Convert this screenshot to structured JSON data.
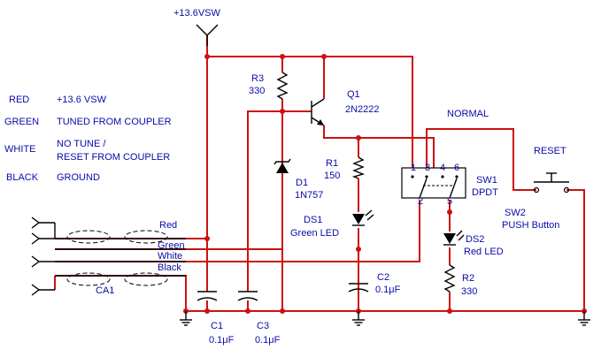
{
  "supply_label": "+13.6VSW",
  "legend": [
    {
      "color": "RED",
      "description": "+13.6  VSW"
    },
    {
      "color": "GREEN",
      "description": "TUNED FROM COUPLER"
    },
    {
      "color": "WHITE",
      "description_line1": "NO TUNE /",
      "description_line2": "RESET FROM COUPLER"
    },
    {
      "color": "BLACK",
      "description": "GROUND"
    }
  ],
  "components": {
    "r3": {
      "ref": "R3",
      "value": "330"
    },
    "q1": {
      "ref": "Q1",
      "part": "2N2222"
    },
    "r1": {
      "ref": "R1",
      "value": "150"
    },
    "d1": {
      "ref": "D1",
      "part": "1N757"
    },
    "ds1": {
      "ref": "DS1",
      "part": "Green LED"
    },
    "c2": {
      "ref": "C2",
      "value": "0.1μF"
    },
    "sw1": {
      "ref": "SW1",
      "part": "DPDT",
      "mode": "NORMAL",
      "pins": [
        "1",
        "3",
        "4",
        "6",
        "2",
        "5"
      ]
    },
    "ds2": {
      "ref": "DS2",
      "part": "Red LED"
    },
    "r2": {
      "ref": "R2",
      "value": "330"
    },
    "sw2": {
      "ref": "SW2",
      "part": "PUSH Button",
      "name": "RESET"
    },
    "c1": {
      "ref": "C1",
      "value": "0.1μF"
    },
    "c3": {
      "ref": "C3",
      "value": "0.1μF"
    },
    "ca1": {
      "ref": "CA1"
    }
  },
  "wire_labels": [
    "Red",
    "Green",
    "White",
    "Black"
  ],
  "colors": {
    "wire": "#cc1111",
    "text": "#0a0aa8",
    "symbol": "#000000"
  }
}
